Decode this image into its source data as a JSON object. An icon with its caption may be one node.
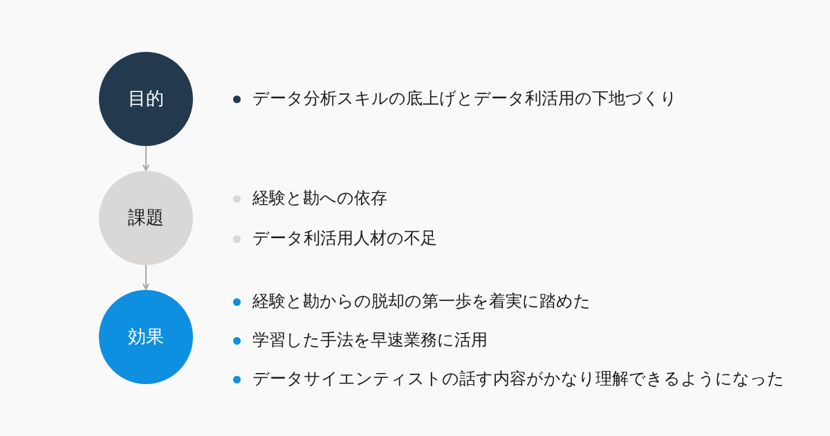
{
  "diagram": {
    "nodes": [
      {
        "text": [
          "目的"
        ],
        "beside": [
          "データ分析スキルの底上げとデータ利活用の下地づくり"
        ]
      },
      {
        "text": [
          "課題"
        ],
        "beside": [
          "経験と勘への依存",
          "データ利活用人材の不足"
        ]
      },
      {
        "text": [
          "効果"
        ],
        "beside": [
          "経験と勘からの脱却の第一歩を着実に踏めた",
          "学習した手法を早速業務に活用",
          "データサイエンティストの話す内容がかなり理解できるようになった"
        ]
      }
    ],
    "edges": [
      {
        "from": 0,
        "to": 1,
        "arrow": "to"
      },
      {
        "from": 1,
        "to": 2,
        "arrow": "to"
      }
    ]
  }
}
